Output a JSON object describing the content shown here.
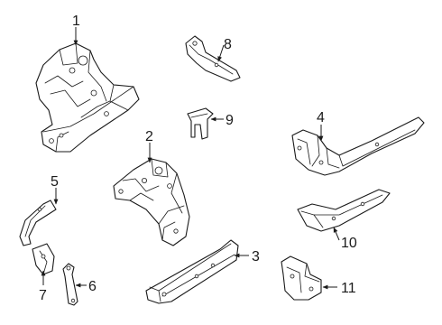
{
  "diagram": {
    "background": "#ffffff",
    "line_color": "#1a1a1a",
    "callouts": [
      {
        "id": "part-1",
        "label": "1"
      },
      {
        "id": "part-2",
        "label": "2"
      },
      {
        "id": "part-3",
        "label": "3"
      },
      {
        "id": "part-4",
        "label": "4"
      },
      {
        "id": "part-5",
        "label": "5"
      },
      {
        "id": "part-6",
        "label": "6"
      },
      {
        "id": "part-7",
        "label": "7"
      },
      {
        "id": "part-8",
        "label": "8"
      },
      {
        "id": "part-9",
        "label": "9"
      },
      {
        "id": "part-10",
        "label": "10"
      },
      {
        "id": "part-11",
        "label": "11"
      }
    ]
  }
}
